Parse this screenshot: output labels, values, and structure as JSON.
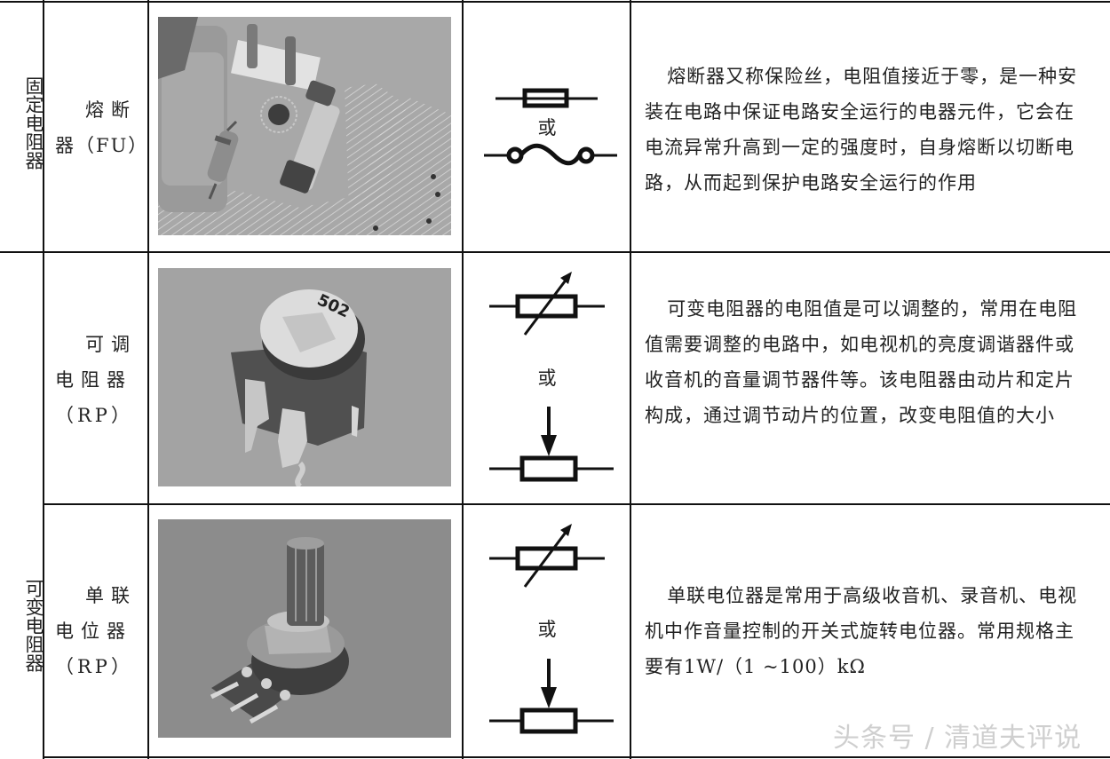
{
  "table": {
    "categories": [
      {
        "label": "固定电阻器"
      },
      {
        "label": "可变电阻器"
      }
    ],
    "rows": [
      {
        "name_line1": "熔断",
        "name_line2": "器（FU）",
        "name_line3": "",
        "photo_desc": "glass tube fuse on circuit board",
        "symbol_or": "或",
        "symbols": [
          "fuse-rectangle-symbol",
          "fuse-wave-symbol"
        ],
        "description": "熔断器又称保险丝，电阻值接近于零，是一种安装在电路中保证电路安全运行的电器元件，它会在电流异常升高到一定的强度时，自身熔断以切断电路，从而起到保护电路安全运行的作用"
      },
      {
        "name_line1": "可调",
        "name_line2": "电阻器",
        "name_line3": "（RP）",
        "photo_desc": "trimmer potentiometer marked 502",
        "photo_label": "502",
        "symbol_or": "或",
        "symbols": [
          "variable-resistor-arrow-symbol",
          "potentiometer-wiper-symbol"
        ],
        "description": "可变电阻器的电阻值是可以调整的，常用在电阻值需要调整的电路中，如电视机的亮度调谐器件或收音机的音量调节器件等。该电阻器由动片和定片构成，通过调节动片的位置，改变电阻值的大小"
      },
      {
        "name_line1": "单联",
        "name_line2": "电位器",
        "name_line3": "（RP）",
        "photo_desc": "single rotary potentiometer with knurled shaft",
        "symbol_or": "或",
        "symbols": [
          "variable-resistor-arrow-symbol",
          "potentiometer-wiper-symbol"
        ],
        "description": "单联电位器是常用于高级收音机、录音机、电视机中作音量控制的开关式旋转电位器。常用规格主要有1W/（1 ~100）kΩ"
      }
    ]
  },
  "watermark": "头条号 / 清道夫评说"
}
